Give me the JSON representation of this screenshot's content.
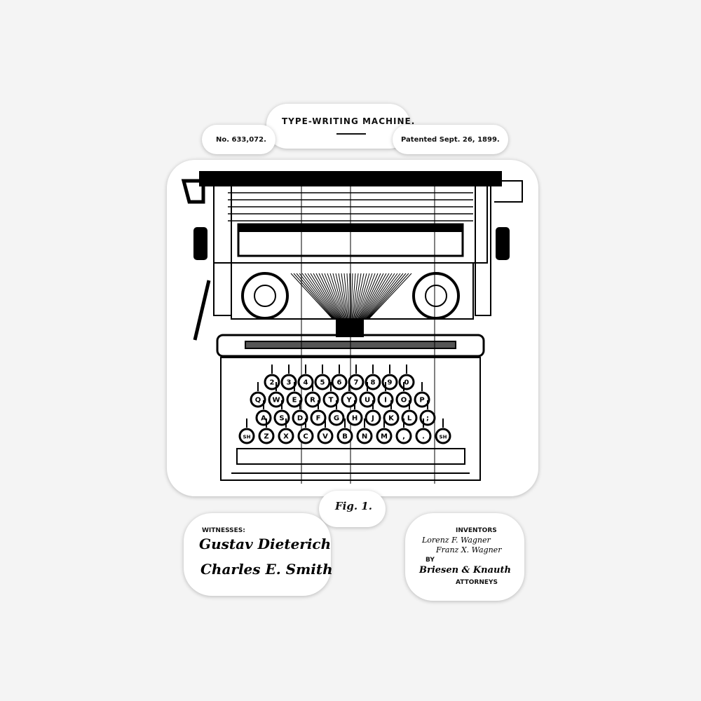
{
  "header": {
    "title": "TYPE-WRITING MACHINE.",
    "patent_number": "No. 633,072.",
    "patent_date": "Patented Sept. 26, 1899."
  },
  "figure_label": "Fig. 1.",
  "keyboard": {
    "row1": [
      "2",
      "3",
      "4",
      "5",
      "6",
      "7",
      "8",
      "9",
      "0"
    ],
    "row2": [
      "Q",
      "W",
      "E",
      "R",
      "T",
      "Y",
      "U",
      "I",
      "O",
      "P"
    ],
    "row3": [
      "A",
      "S",
      "D",
      "F",
      "G",
      "H",
      "J",
      "K",
      "L",
      ";"
    ],
    "row4": [
      "SH",
      "Z",
      "X",
      "C",
      "V",
      "B",
      "N",
      "M",
      ",",
      ".",
      "SH"
    ]
  },
  "witnesses": {
    "label": "WITNESSES:",
    "signatures": [
      "Gustav Dieterich",
      "Charles E. Smith"
    ]
  },
  "inventors": {
    "label": "INVENTORS",
    "signatures": [
      "Lorenz F. Wagner",
      "Franz X. Wagner"
    ],
    "by_label": "BY",
    "attorney_signature": "Briesen & Knauth",
    "attorneys_label": "ATTORNEYS"
  }
}
